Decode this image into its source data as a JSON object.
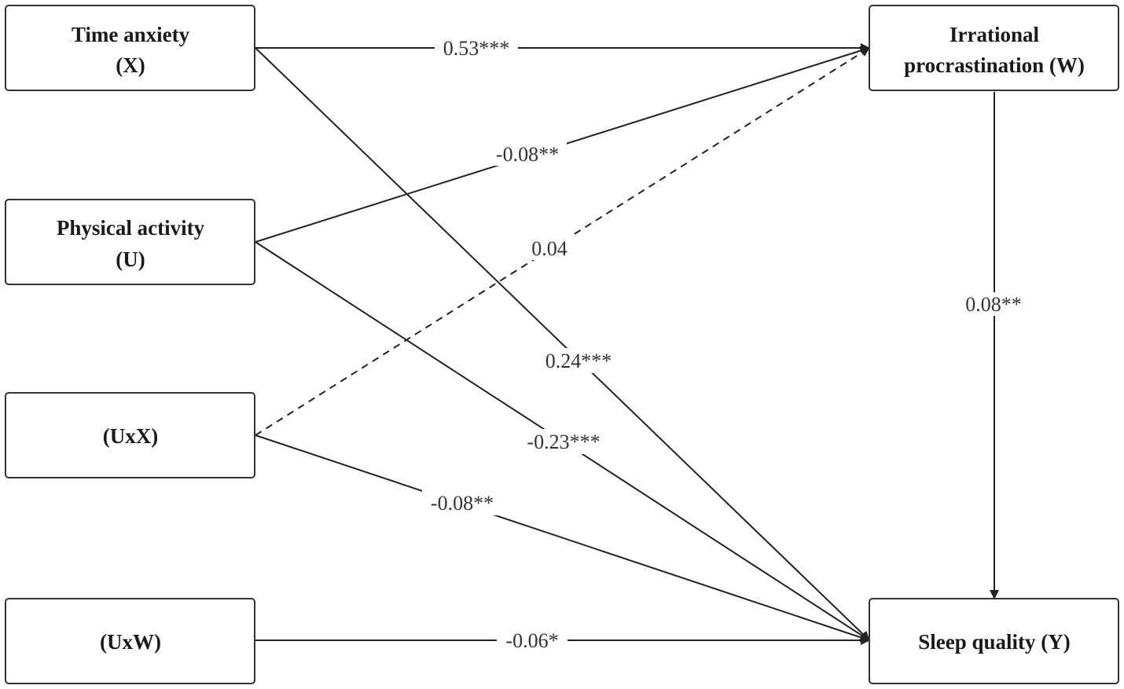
{
  "nodes": {
    "time_anxiety": {
      "line1": "Time anxiety",
      "line2": "(X)"
    },
    "physical_activity": {
      "line1": "Physical activity",
      "line2": "(U)"
    },
    "uxx": {
      "line1": "(UxX)"
    },
    "uxw": {
      "line1": "(UxW)"
    },
    "irrational_procrastination": {
      "line1": "Irrational",
      "line2": "procrastination (W)"
    },
    "sleep_quality": {
      "line1": "Sleep quality (Y)"
    }
  },
  "edges": {
    "x_to_w": {
      "label": "0.53***",
      "style": "solid"
    },
    "u_to_w": {
      "label": "-0.08**",
      "style": "solid"
    },
    "uxx_to_w": {
      "label": "0.04",
      "style": "dashed"
    },
    "x_to_y": {
      "label": "0.24***",
      "style": "solid"
    },
    "u_to_y": {
      "label": "-0.23***",
      "style": "solid"
    },
    "uxx_to_y": {
      "label": "-0.08**",
      "style": "solid"
    },
    "uxw_to_y": {
      "label": "-0.06*",
      "style": "solid"
    },
    "w_to_y": {
      "label": "0.08**",
      "style": "solid"
    }
  }
}
